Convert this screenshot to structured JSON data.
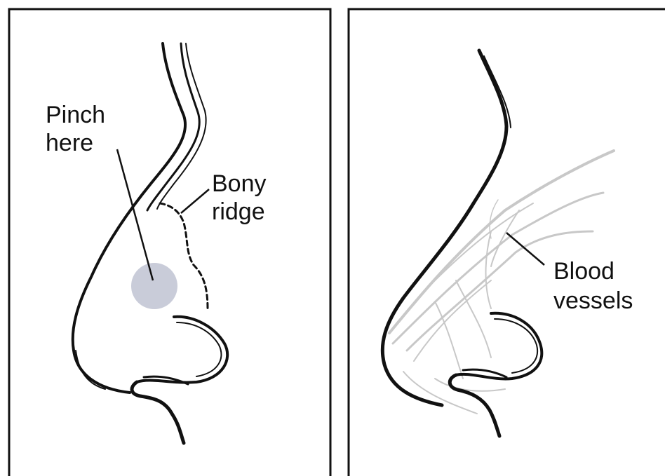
{
  "panels": [
    {
      "labels": {
        "pinch": [
          "Pinch",
          "here"
        ],
        "bony": [
          "Bony",
          "ridge"
        ]
      }
    },
    {
      "labels": {
        "vessels": [
          "Blood",
          "vessels"
        ]
      }
    }
  ],
  "colors": {
    "outline": "#111111",
    "pinch_spot": "#c9ccd9",
    "vessels": "#c8c8c8",
    "panel_border": "#111111",
    "background": "#ffffff"
  }
}
